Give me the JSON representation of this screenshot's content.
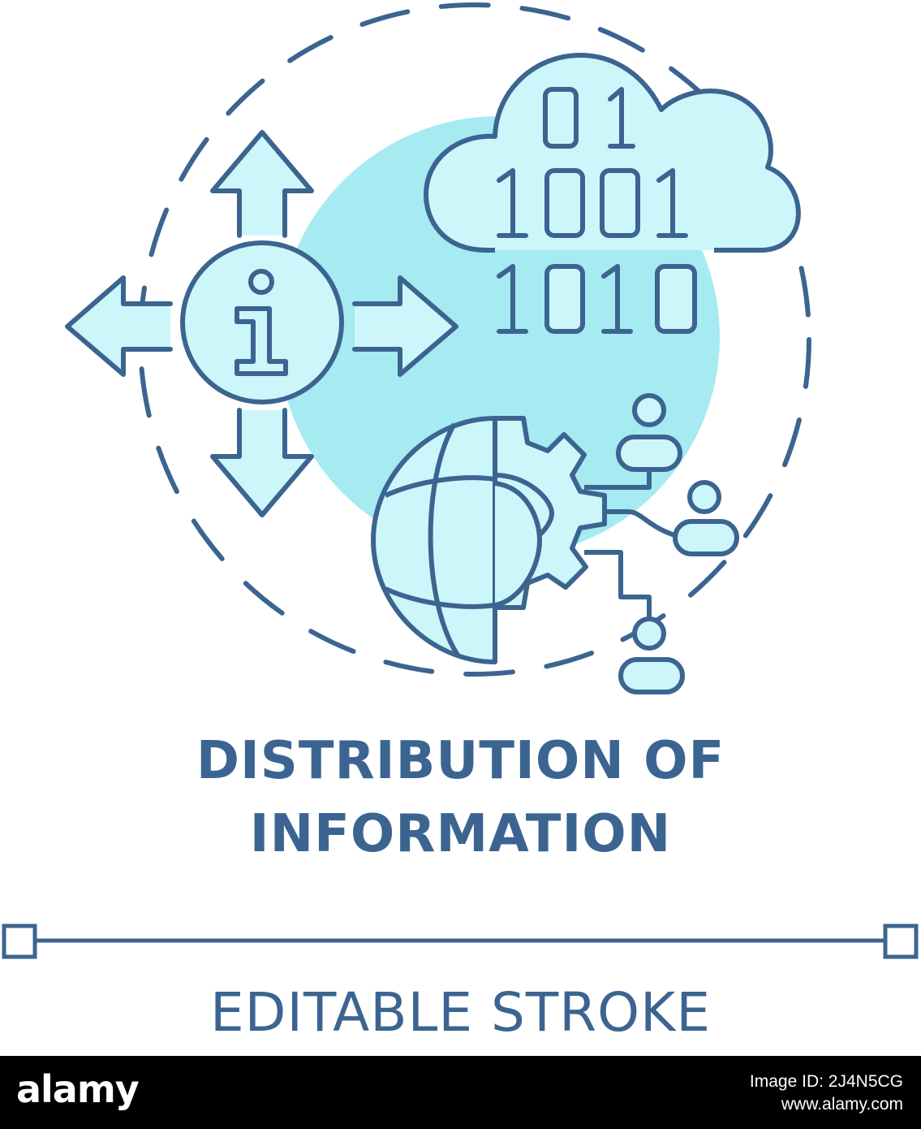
{
  "colors": {
    "stroke": "#3b6590",
    "fill_light": "#cdf6fb",
    "fill_circle": "#a6eaf2",
    "background": "#ffffff",
    "footer_bg": "#000000",
    "footer_text": "#ffffff"
  },
  "illustration": {
    "icons": [
      "info-icon",
      "arrow-up-icon",
      "arrow-down-icon",
      "arrow-left-icon",
      "arrow-right-icon",
      "cloud-icon",
      "globe-icon",
      "gear-icon",
      "user-icon"
    ],
    "binary_rows": [
      "01",
      "1001",
      "1010"
    ]
  },
  "title": {
    "line1": "DISTRIBUTION OF",
    "line2": "INFORMATION"
  },
  "caption": "EDITABLE STROKE",
  "footer": {
    "logo": "alamy",
    "image_id_line": "Image ID: 2J4N5CG",
    "site": "www.alamy.com"
  }
}
